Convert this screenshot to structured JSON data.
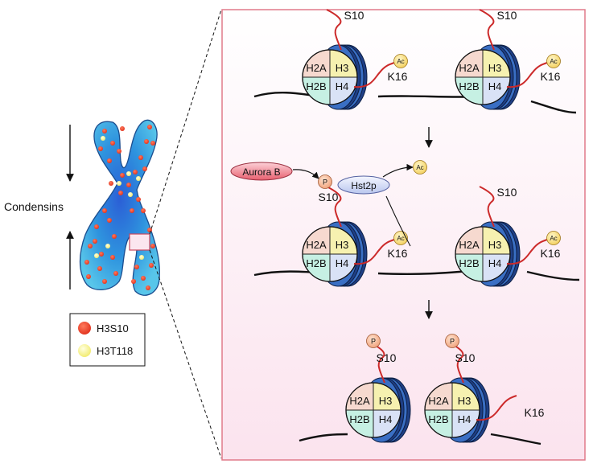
{
  "left_panel": {
    "condensins_label": "Condensins",
    "legend": [
      {
        "label": "H3S10",
        "color": "#e8412a"
      },
      {
        "label": "H3T118",
        "color": "#f6f37e"
      }
    ]
  },
  "histones": {
    "h2a": "H2A",
    "h3": "H3",
    "h2b": "H2B",
    "h4": "H4",
    "colors": {
      "h2a": "#f6d9cf",
      "h3": "#f6f1b0",
      "h2b": "#c6f0e3",
      "h4": "#d9e2f6"
    }
  },
  "marks": {
    "s10": "S10",
    "k16": "K16",
    "ac": "Ac",
    "p": "P"
  },
  "enzymes": {
    "aurora_b": "Aurora B",
    "hst2p": "Hst2p"
  },
  "colors": {
    "chromosome": "#2a8fdc",
    "panel_border": "#e07a8a",
    "panel_bg_top": "#fff5f8",
    "panel_bg_bottom": "#fbe6ef",
    "tail": "#cc2a2a",
    "nucleosome_ring": "#1f5fa8"
  }
}
